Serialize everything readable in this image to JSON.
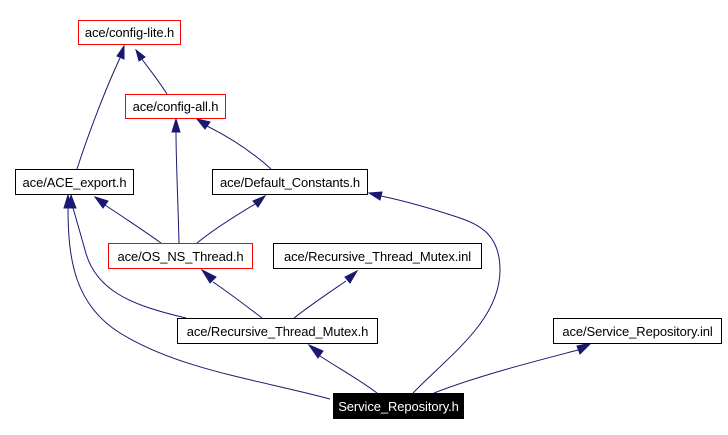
{
  "diagram": {
    "type": "include-dependency-graph",
    "colors": {
      "edge": "#191970",
      "node_border_default": "#000000",
      "node_border_truncated": "#ff0000",
      "root_fill": "#000000",
      "root_text": "#ffffff"
    },
    "nodes": [
      {
        "id": "config_lite",
        "label": "ace/config-lite.h",
        "style": "red"
      },
      {
        "id": "config_all",
        "label": "ace/config-all.h",
        "style": "red"
      },
      {
        "id": "ace_export",
        "label": "ace/ACE_export.h",
        "style": "default"
      },
      {
        "id": "default_constants",
        "label": "ace/Default_Constants.h",
        "style": "default"
      },
      {
        "id": "os_ns_thread",
        "label": "ace/OS_NS_Thread.h",
        "style": "red"
      },
      {
        "id": "rtm_inl",
        "label": "ace/Recursive_Thread_Mutex.inl",
        "style": "default"
      },
      {
        "id": "rtm_h",
        "label": "ace/Recursive_Thread_Mutex.h",
        "style": "default"
      },
      {
        "id": "sr_inl",
        "label": "ace/Service_Repository.inl",
        "style": "default"
      },
      {
        "id": "sr_h",
        "label": "Service_Repository.h",
        "style": "root"
      }
    ],
    "edges": [
      {
        "from": "config_all",
        "to": "config_lite"
      },
      {
        "from": "ace_export",
        "to": "config_lite"
      },
      {
        "from": "default_constants",
        "to": "config_all"
      },
      {
        "from": "os_ns_thread",
        "to": "config_all"
      },
      {
        "from": "os_ns_thread",
        "to": "ace_export"
      },
      {
        "from": "os_ns_thread",
        "to": "default_constants"
      },
      {
        "from": "rtm_h",
        "to": "ace_export"
      },
      {
        "from": "rtm_h",
        "to": "os_ns_thread"
      },
      {
        "from": "rtm_h",
        "to": "rtm_inl"
      },
      {
        "from": "sr_h",
        "to": "ace_export"
      },
      {
        "from": "sr_h",
        "to": "rtm_h"
      },
      {
        "from": "sr_h",
        "to": "default_constants"
      },
      {
        "from": "sr_h",
        "to": "sr_inl"
      }
    ]
  }
}
